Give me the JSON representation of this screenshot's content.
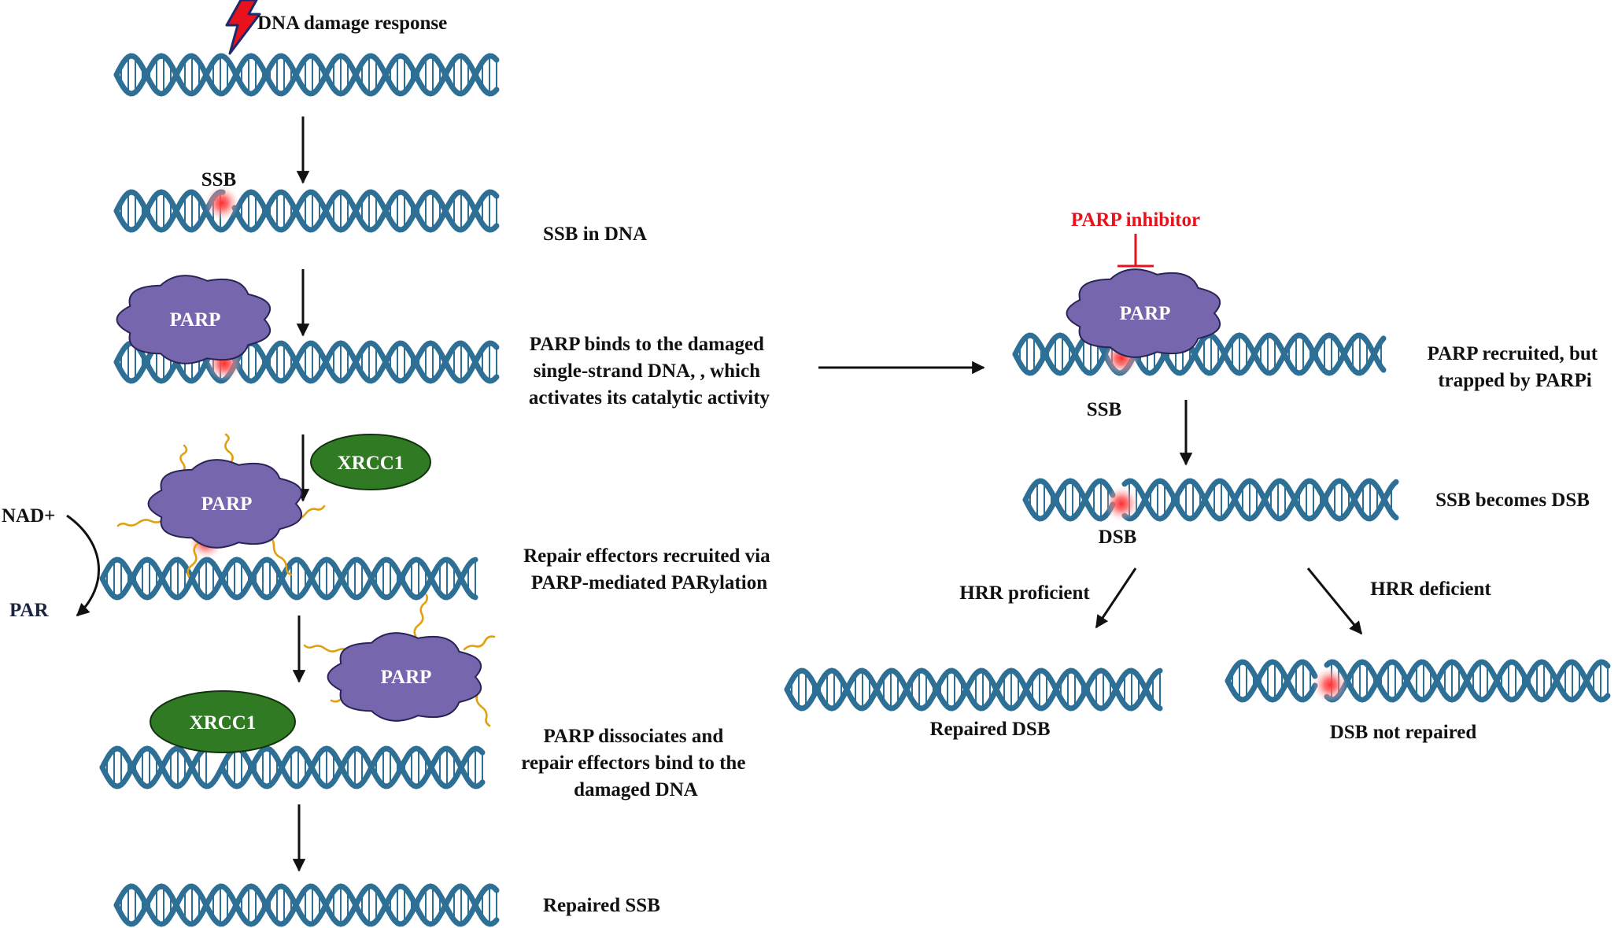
{
  "colors": {
    "dna": "#2e6f96",
    "parp": "#7566ad",
    "xrcc1": "#2f7a23",
    "par_chain": "#e0a010",
    "damage": "#ff3b3b",
    "inhibitor": "#e8121c"
  },
  "icons": {
    "damage": "lightning-bolt-icon",
    "arrow": "arrow-icon",
    "inhibition": "t-bar-inhibition-icon"
  },
  "left_pathway": {
    "top_label": "DNA damage response",
    "ssb_label": "SSB",
    "step_ssb": "SSB in DNA",
    "step_parp_binds": [
      "PARP binds to the damaged",
      "single-strand DNA, , which",
      "activates its catalytic activity"
    ],
    "nad_label": "NAD+",
    "par_label": "PAR",
    "step_parylation": [
      "Repair effectors recruited via",
      "PARP-mediated PARylation"
    ],
    "step_dissociate": [
      "PARP dissociates and",
      "repair effectors bind to the",
      "damaged DNA"
    ],
    "step_repaired": "Repaired SSB"
  },
  "proteins": {
    "parp": "PARP",
    "xrcc1": "XRCC1"
  },
  "right_pathway": {
    "inhibitor_label": "PARP inhibitor",
    "trapped_label": [
      "PARP recruited, but",
      "trapped by PARPi"
    ],
    "ssb_label": "SSB",
    "becomes_label": "SSB becomes DSB",
    "dsb_label": "DSB",
    "hrr_proficient": "HRR proficient",
    "hrr_deficient": "HRR deficient",
    "repaired_dsb": "Repaired DSB",
    "not_repaired": "DSB not repaired"
  }
}
